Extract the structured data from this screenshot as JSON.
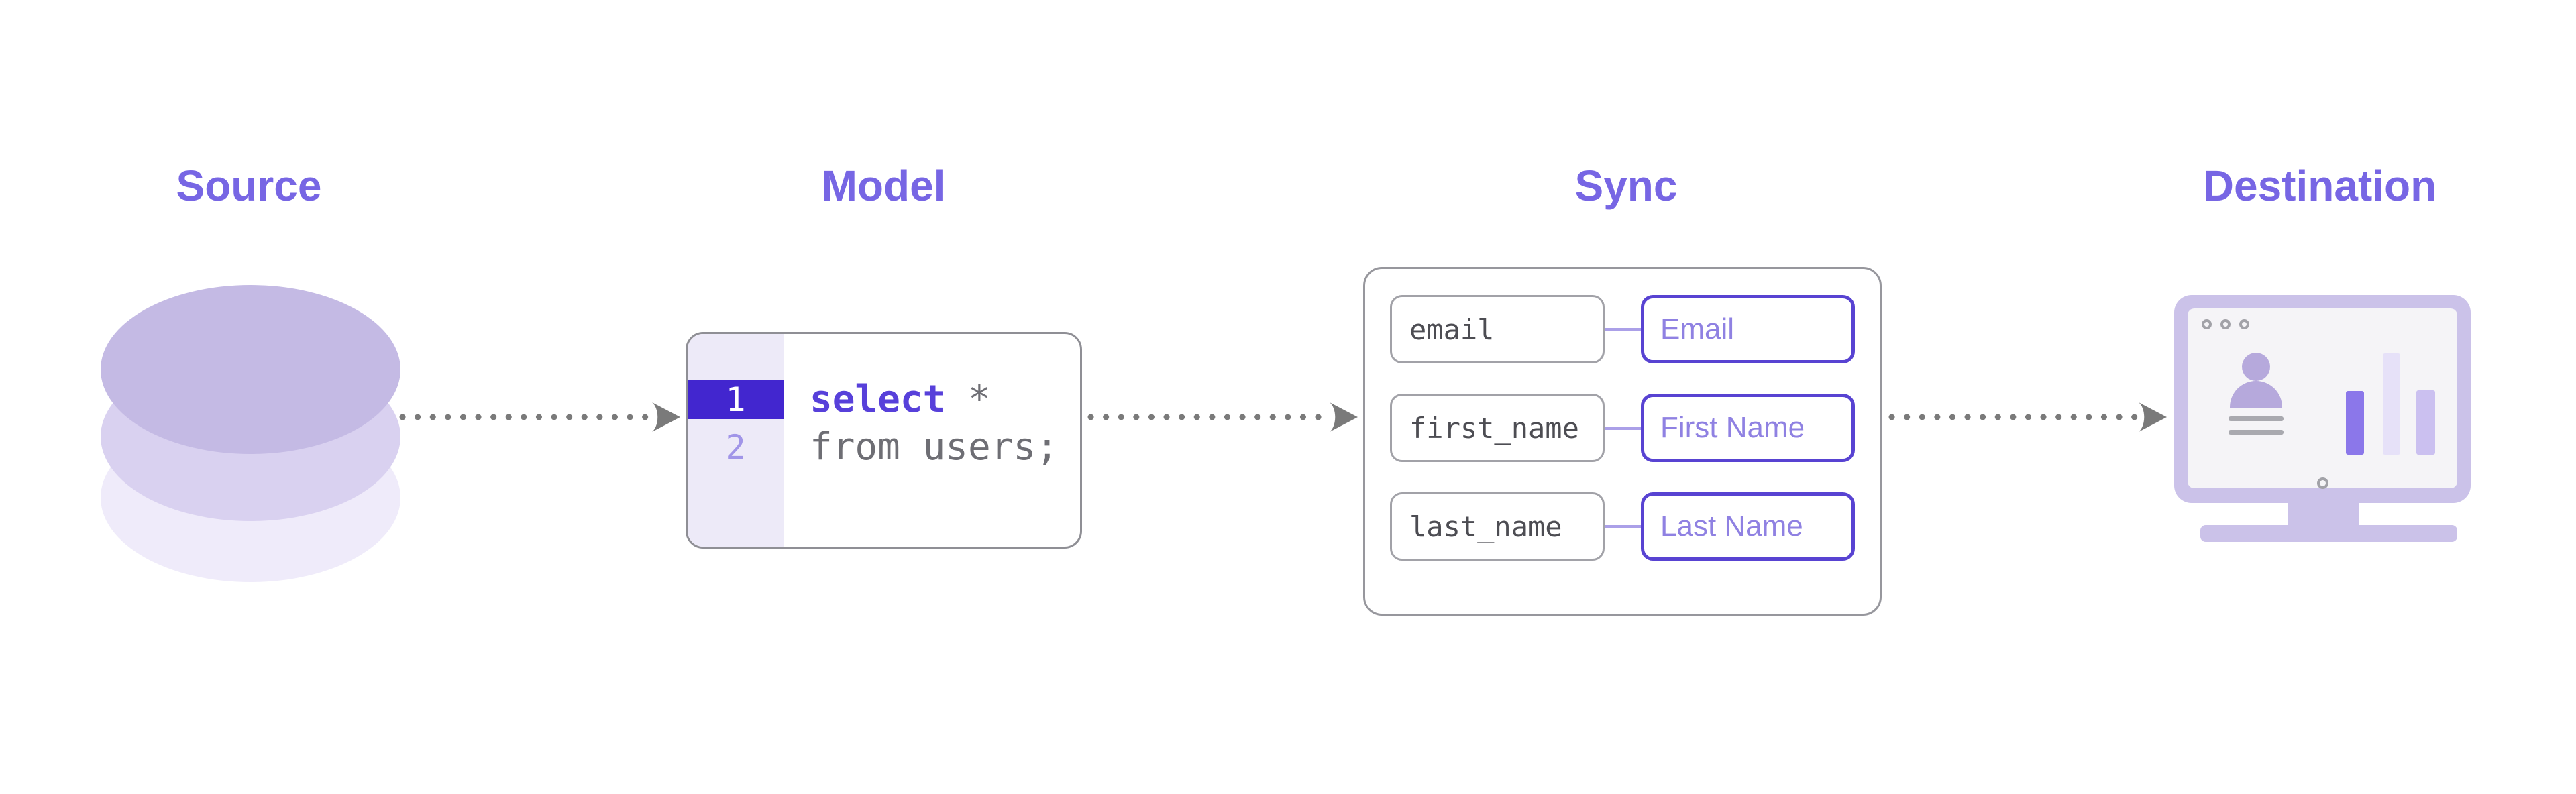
{
  "titles": {
    "source": "Source",
    "model": "Model",
    "sync": "Sync",
    "destination": "Destination"
  },
  "model_editor": {
    "lines": [
      {
        "number": "1",
        "keyword": "select",
        "rest": " *"
      },
      {
        "number": "2",
        "keyword": "",
        "rest": "from users;"
      }
    ]
  },
  "sync_mappings": {
    "rows": [
      {
        "source_field": "email",
        "destination_field": "Email"
      },
      {
        "source_field": "first_name",
        "destination_field": "First Name"
      },
      {
        "source_field": "last_name",
        "destination_field": "Last Name"
      }
    ]
  },
  "icons": {
    "database-icon": "three stacked lavender ellipses",
    "flow-arrow-icon": "gray dotted line with triangular arrowhead",
    "monitor-icon": "lavender desktop monitor with stand",
    "user-icon": "person silhouette with text lines",
    "bar-chart-icon": "three vertical bars",
    "window-dots-icon": "three browser window dots",
    "camera-dot-icon": "small ring below screen"
  },
  "colors": {
    "background": "#ffffff",
    "accent_heading": "#7766e4",
    "code_highlight": "#4226cf",
    "sql_keyword": "#5740da",
    "code_text": "#6e6e74",
    "gutter_bg": "#edeaf8",
    "line_number_inactive": "#a195e8",
    "box_border_gray": "#8f8f95",
    "dest_pill_border": "#5843d2",
    "dest_pill_text": "#8f81e2",
    "connector": "#aba0e8",
    "arrow_gray": "#7a7a7a",
    "lavender_icon": "#cbc2e9",
    "cylinder_top": "#c4bae4",
    "cylinder_mid": "#d9d1f0",
    "cylinder_bottom": "#efebfa"
  }
}
